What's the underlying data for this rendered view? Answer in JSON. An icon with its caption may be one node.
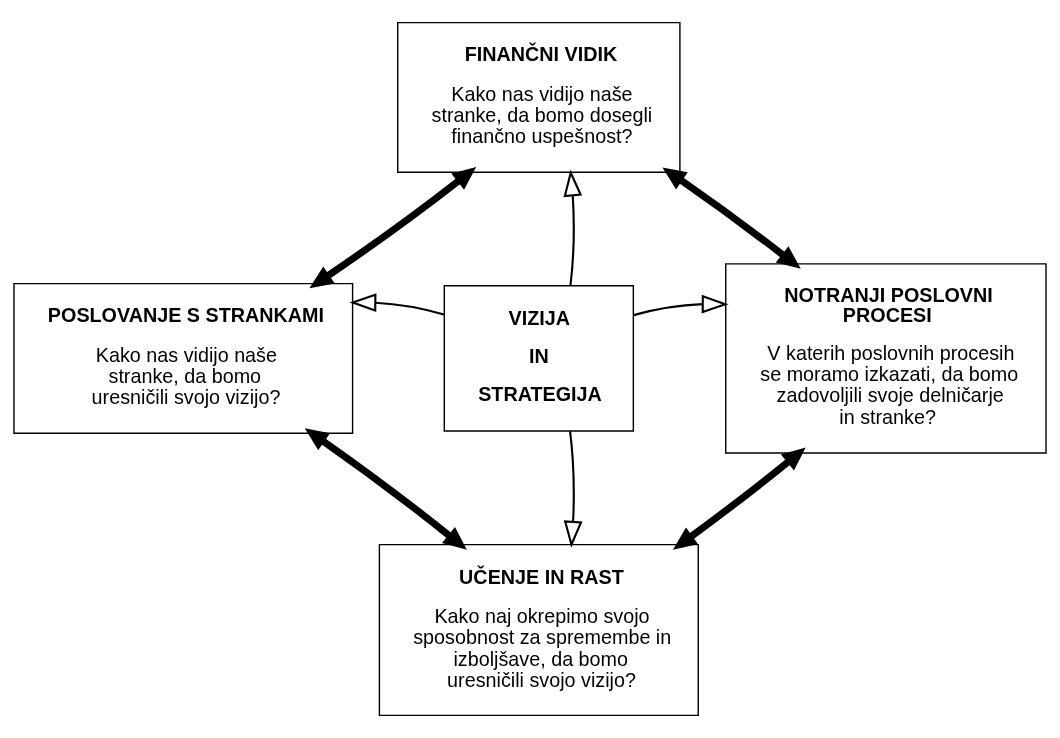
{
  "diagram": {
    "nodes": [
      {
        "text": [
          "FINANČNI VIDIK",
          "Kako nas vidijo naše stranke, da bomo dosegli finančno uspešnost?"
        ]
      },
      {
        "text": [
          "POSLOVANJE S STRANKAMI",
          "Kako nas vidijo naše stranke, da bomo uresničili svojo vizijo?"
        ]
      },
      {
        "text": [
          "VIZIJA",
          "IN",
          "STRATEGIJA"
        ]
      },
      {
        "text": [
          "NOTRANJI POSLOVNI PROCESI",
          "V katerih poslovnih procesih se moramo izkazati, da bomo zadovoljili svoje delničarje in stranke?"
        ]
      },
      {
        "text": [
          "UČENJE IN RAST",
          "Kako naj okrepimo svojo sposobnost za spremembe in izboljšave, da bomo uresničili svojo vizijo?"
        ]
      }
    ],
    "edges": [
      {
        "from": 2,
        "to": 0,
        "arrow": "to"
      },
      {
        "from": 2,
        "to": 1,
        "arrow": "to"
      },
      {
        "from": 2,
        "to": 3,
        "arrow": "to"
      },
      {
        "from": 2,
        "to": 4,
        "arrow": "to"
      },
      {
        "from": 1,
        "to": 0,
        "arrow": "both",
        "style": "thick"
      },
      {
        "from": 0,
        "to": 3,
        "arrow": "both",
        "style": "thick"
      },
      {
        "from": 1,
        "to": 4,
        "arrow": "both",
        "style": "thick"
      },
      {
        "from": 4,
        "to": 3,
        "arrow": "both",
        "style": "thick"
      }
    ]
  }
}
